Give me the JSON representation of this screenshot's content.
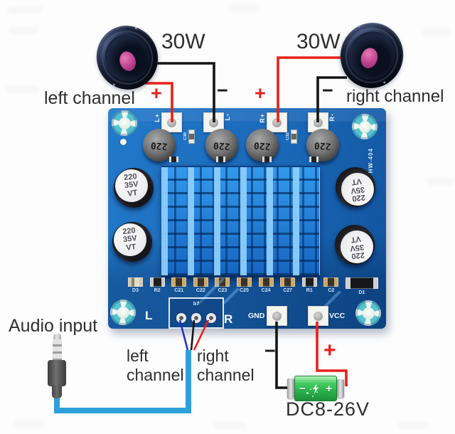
{
  "speakers": {
    "left_power": "30W",
    "right_power": "30W",
    "left_label": "left channel",
    "right_label": "right channel",
    "left_plus": "+",
    "left_minus": "−",
    "right_plus": "+",
    "right_minus": "−"
  },
  "board": {
    "model": "HW-404",
    "terminals": [
      {
        "label": "L+"
      },
      {
        "label": "L-"
      },
      {
        "label": "R+"
      },
      {
        "label": "R-"
      }
    ],
    "inductor_value": "220",
    "cap_marking": {
      "l1": "220",
      "l2": "35V",
      "l3": "VT"
    },
    "c30": "C30",
    "c32": "C32",
    "silkscreen": [
      "D3",
      "R2",
      "C21",
      "C22",
      "C23",
      "C25",
      "C24",
      "C27",
      "R1",
      "C2",
      "D1"
    ],
    "connector_left": "L",
    "connector_right": "R",
    "connector_marking": "b7",
    "gnd_label": "GND",
    "vcc_label": "VCC"
  },
  "audio": {
    "label": "Audio input",
    "left_line1": "left",
    "left_line2": "channel",
    "right_line1": "right",
    "right_line2": "channel"
  },
  "power": {
    "minus": "−",
    "plus": "+",
    "battery_minus": "−",
    "battery_plus": "+",
    "voltage": "DC8-26V"
  },
  "colors": {
    "pcb_blue": "#1a68b8",
    "heatsink_blue": "#2f96e9",
    "wire_red": "#e8201a",
    "wire_black": "#141414",
    "cable_blue": "#2e9fd8",
    "battery_green": "#2cb24c",
    "label_red": "#e8201a",
    "text_dark": "#2e2e2e"
  }
}
